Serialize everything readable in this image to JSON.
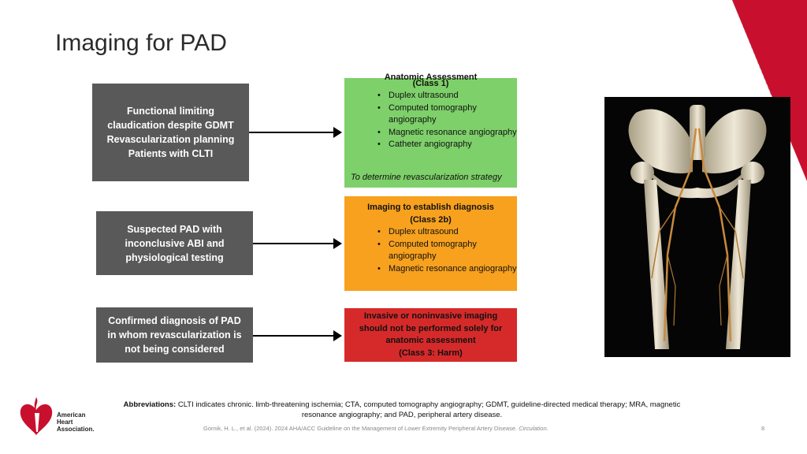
{
  "slide": {
    "title": "Imaging for PAD",
    "page_number": "8"
  },
  "rows": [
    {
      "left_text": "Functional limiting claudication despite GDMT Revascularization planning Patients with CLTI",
      "right_heading": "Anatomic Assessment",
      "right_class": "(Class 1)",
      "right_color": "#7ed06a",
      "bullets": [
        "Duplex ultrasound",
        "Computed tomography angiography",
        "Magnetic resonance angiography",
        "Catheter angiography"
      ],
      "note": "To determine revascularization strategy"
    },
    {
      "left_text": "Suspected PAD with inconclusive ABI and physiological testing",
      "right_heading": "Imaging to establish diagnosis",
      "right_class": "(Class 2b)",
      "right_color": "#f7a11e",
      "bullets": [
        "Duplex ultrasound",
        "Computed tomography angiography",
        "Magnetic resonance angiography"
      ]
    },
    {
      "left_text": "Confirmed diagnosis of PAD in whom revascularization is not being considered",
      "right_heading": "Invasive or noninvasive imaging should not be performed solely for anatomic assessment",
      "right_class": "(Class 3: Harm)",
      "right_color": "#d62a2a"
    }
  ],
  "footer": {
    "abbr_label": "Abbreviations:",
    "abbr_text": " CLTI indicates chronic. limb-threatening ischemia; CTA, computed tomography angiography; GDMT, guideline-directed medical therapy; MRA, magnetic resonance angiography; and PAD, peripheral artery disease.",
    "citation_main": "Gornik, H. L., et al. (2024). 2024 AHA/ACC Guideline on the Management of Lower Extremity Peripheral Artery Disease. ",
    "citation_journal": "Circulation",
    "citation_end": "."
  },
  "logo": {
    "line1": "American",
    "line2": "Heart",
    "line3": "Association."
  }
}
